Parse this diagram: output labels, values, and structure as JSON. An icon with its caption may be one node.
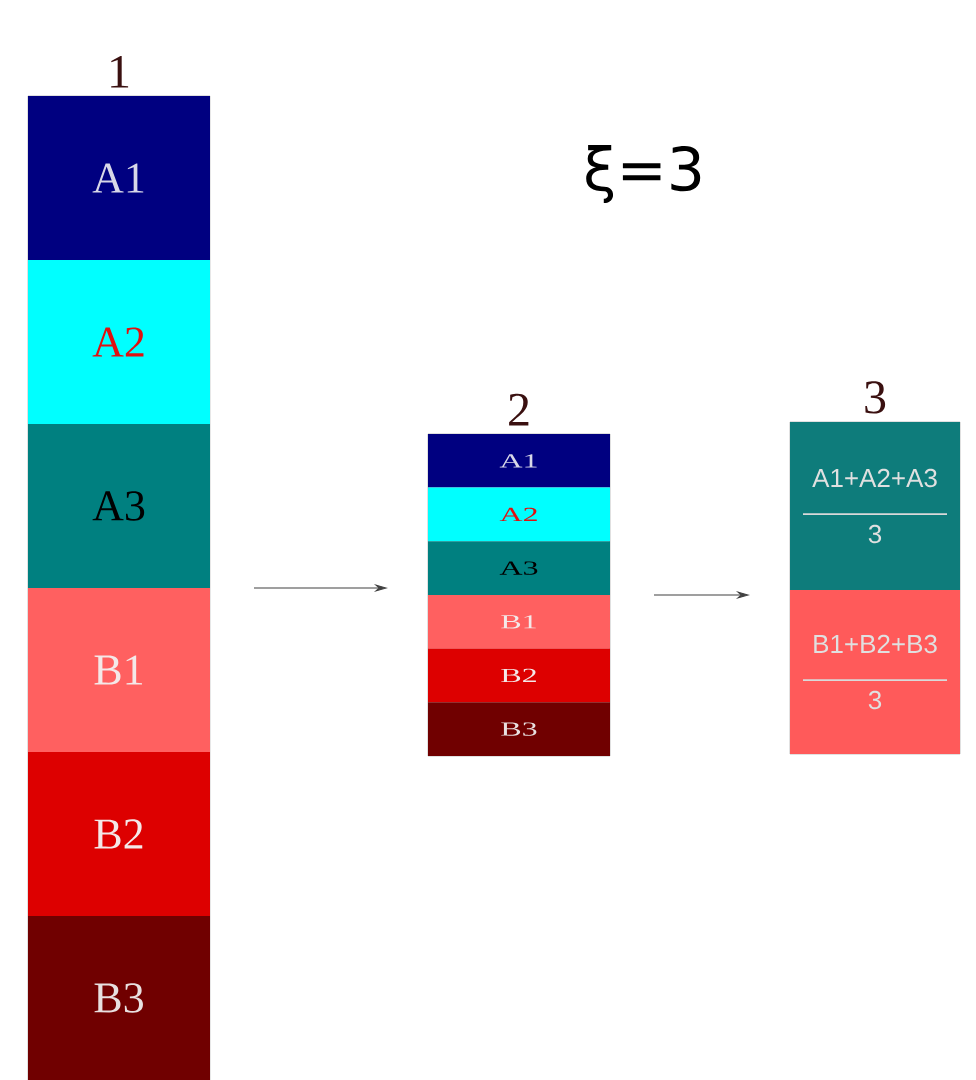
{
  "diagram": {
    "nodes": [
      {
        "text": [
          "1"
        ]
      },
      {
        "text": [
          "A1"
        ],
        "in": 0
      },
      {
        "text": [
          "A2"
        ],
        "in": 0
      },
      {
        "text": [
          "A3"
        ],
        "in": 0
      },
      {
        "text": [
          "B1"
        ],
        "in": 0
      },
      {
        "text": [
          "B2"
        ],
        "in": 0
      },
      {
        "text": [
          "B3"
        ],
        "in": 0
      },
      {
        "text": [
          "2"
        ]
      },
      {
        "text": [
          "A1"
        ],
        "in": 7
      },
      {
        "text": [
          "A2"
        ],
        "in": 7
      },
      {
        "text": [
          "A3"
        ],
        "in": 7
      },
      {
        "text": [
          "B1"
        ],
        "in": 7
      },
      {
        "text": [
          "B2"
        ],
        "in": 7
      },
      {
        "text": [
          "B3"
        ],
        "in": 7
      },
      {
        "text": [
          "3"
        ]
      },
      {
        "text": [
          "A1+A2+A3",
          "3"
        ],
        "in": 14
      },
      {
        "text": [
          "B1+B2+B3",
          "3"
        ],
        "in": 14
      }
    ],
    "edges": [
      {
        "from": 0,
        "to": 7,
        "arrow": "to"
      },
      {
        "from": 7,
        "to": 14,
        "arrow": "to"
      }
    ],
    "labels": [
      "ξ=3"
    ]
  }
}
